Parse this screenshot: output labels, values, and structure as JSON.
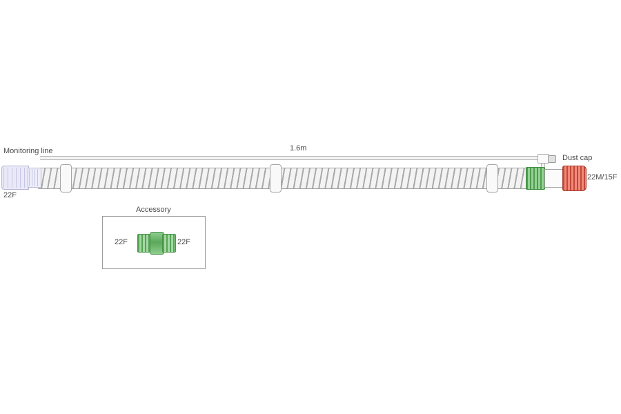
{
  "diagram": {
    "monitoring_line_label": "Monitoring line",
    "length_label": "1.6m",
    "dust_cap_label": "Dust cap",
    "left_connector_label": "22F",
    "right_connector_label": "22M/15F",
    "accessory": {
      "title": "Accessory",
      "left_label": "22F",
      "right_label": "22F"
    }
  },
  "colors": {
    "tube_stripe": "#a9a9a9",
    "lavender_connector": "#e9e9f8",
    "green_connector": "#5aa85a",
    "red_connector": "#e06a55",
    "label_text": "#4a4a4a"
  }
}
